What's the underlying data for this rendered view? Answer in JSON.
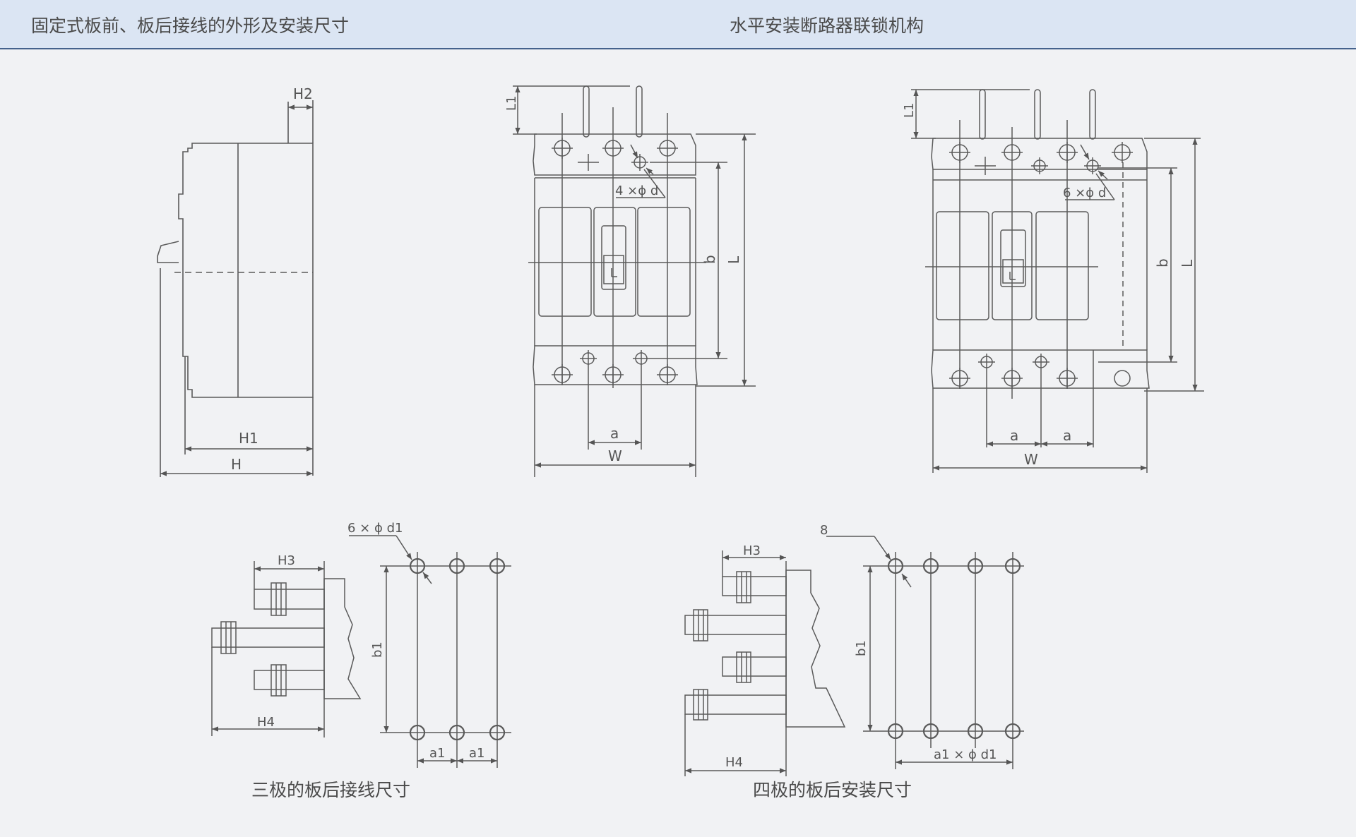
{
  "header": {
    "left_title": "固定式板前、板后接线的外形及安装尺寸",
    "right_title": "水平安装断路器联锁机构"
  },
  "captions": {
    "three_pole": "三极的板后接线尺寸",
    "four_pole": "四极的板后安装尺寸"
  },
  "side_view": {
    "h2": "H2",
    "h1": "H1",
    "h": "H"
  },
  "front_3p": {
    "l1": "L1",
    "holes": "4 ×ϕ d",
    "b": "b",
    "l": "L",
    "a": "a",
    "w": "W"
  },
  "front_4p": {
    "l1": "L1",
    "holes": "6 ×ϕ d",
    "b": "b",
    "l": "L",
    "a1": "a",
    "a2": "a",
    "w": "W"
  },
  "rear_3p": {
    "h3": "H3",
    "h4": "H4",
    "holes": "6 × ϕ d1",
    "b1": "b1",
    "a1_left": "a1",
    "a1_right": "a1"
  },
  "rear_4p": {
    "h3": "H3",
    "h4": "H4",
    "holes": "8",
    "b1": "b1",
    "a1_formula": "a1  × ϕ d1"
  },
  "colors": {
    "header_bg": "#dbe5f3",
    "header_rule": "#45628c",
    "line": "#5a5a5a",
    "background": "#f1f2f4"
  }
}
